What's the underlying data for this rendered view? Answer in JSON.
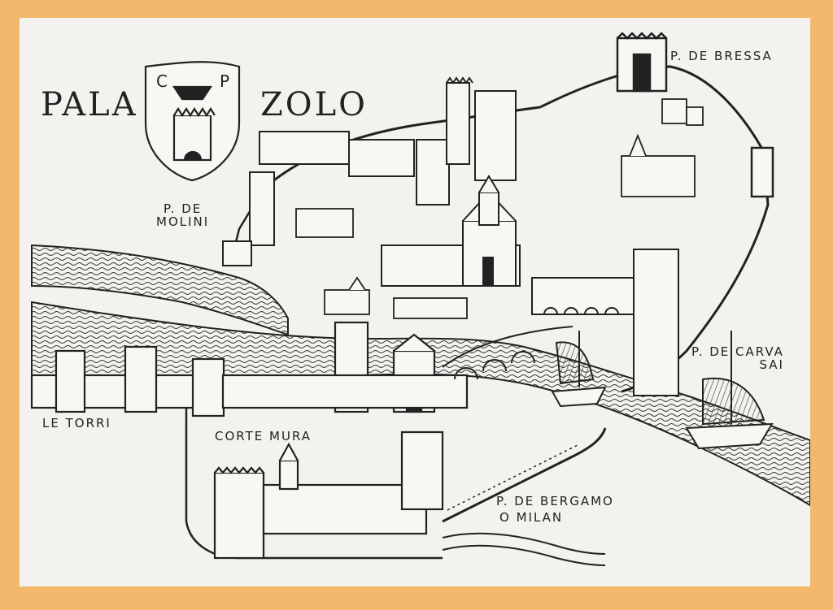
{
  "title_left": "PALA",
  "title_right": "ZOLO",
  "coat_of_arms_letters": [
    "C",
    "P"
  ],
  "labels": {
    "p_de_bressa": "P. DE BRESSA",
    "p_de_molini_1": "P. DE",
    "p_de_molini_2": "MOLINI",
    "le_torri": "LE TORRI",
    "corte_mura": "CORTE MURA",
    "p_de_carvasai_1": "P. DE CARVA",
    "p_de_carvasai_2": "SAI",
    "p_de_bergamo_1": "P. DE BERGAMO",
    "p_de_bergamo_2": "O MILAN"
  },
  "colors": {
    "border": "#f4b86c",
    "paper": "#f3f2ee",
    "ink": "#222222"
  }
}
